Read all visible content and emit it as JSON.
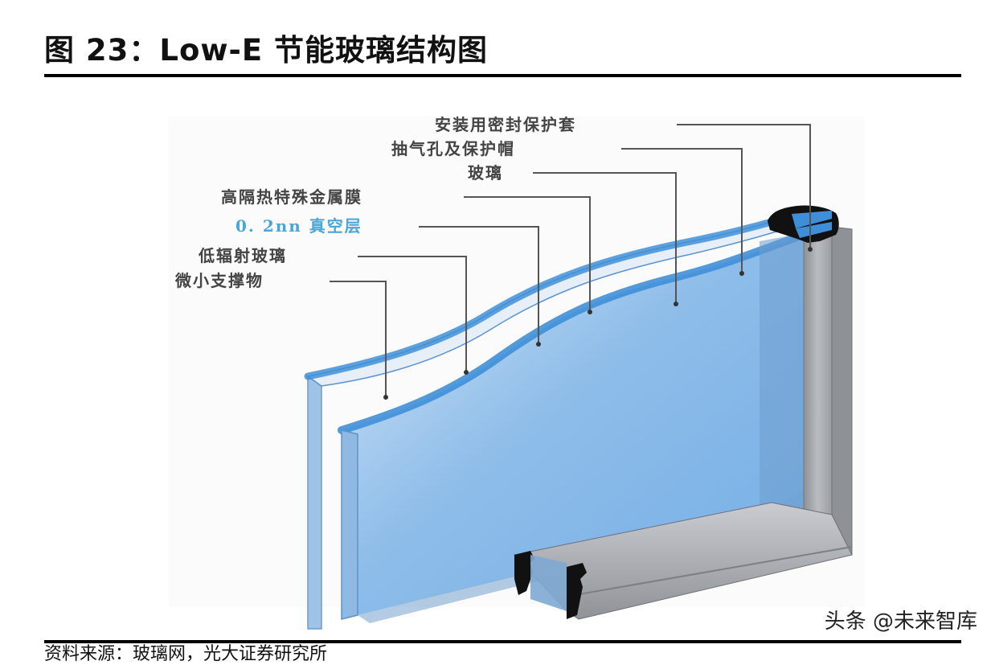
{
  "figure": {
    "title": "图 23：Low-E 节能玻璃结构图",
    "source": "资料来源：玻璃网，光大证券研究所",
    "watermark": "头条 @未来智库"
  },
  "diagram": {
    "labels": [
      {
        "id": "seal-cover",
        "text": "安装用密封保护套",
        "color": "#444444"
      },
      {
        "id": "vent-cap",
        "text": "抽气孔及保护帽",
        "color": "#444444"
      },
      {
        "id": "glass",
        "text": "玻璃",
        "color": "#444444"
      },
      {
        "id": "metal-film",
        "text": "高隔热特殊金属膜",
        "color": "#444444"
      },
      {
        "id": "vacuum-layer",
        "text": "0. 2nn 真空层",
        "color": "#4aa6d8"
      },
      {
        "id": "low-e-glass",
        "text": "低辐射玻璃",
        "color": "#444444"
      },
      {
        "id": "micro-support",
        "text": "微小支撑物",
        "color": "#444444"
      }
    ],
    "colors": {
      "glass_blue": "#7fb4e8",
      "glass_edge": "#3f8fd8",
      "frame_gray": "#a7aab0",
      "seal_black": "#111111",
      "leader_line": "#555555"
    }
  }
}
